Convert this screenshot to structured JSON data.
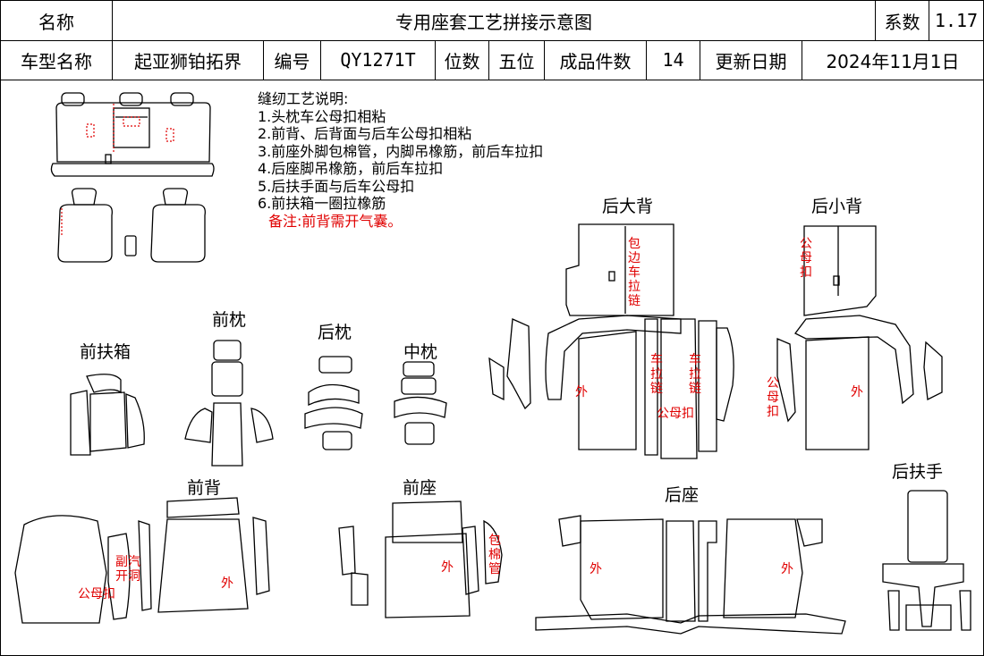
{
  "header": {
    "name_label": "名称",
    "title": "专用座套工艺拼接示意图",
    "coef_label": "系数",
    "coef_value": "1.17",
    "model_label": "车型名称",
    "model_value": "起亚狮铂拓界",
    "code_label": "编号",
    "code_value": "QY1271T",
    "seats_label": "位数",
    "seats_value": "五位",
    "pieces_label": "成品件数",
    "pieces_value": "14",
    "date_label": "更新日期",
    "date_value": "2024年11月1日"
  },
  "notes": {
    "heading": "缝纫工艺说明:",
    "items": [
      "1.头枕车公母扣相粘",
      "2.前背、后背面与后车公母扣相粘",
      "3.前座外脚包棉管，内脚吊橡筋，前后车拉扣",
      "4.后座脚吊橡筋，前后车拉扣",
      "5.后扶手面与后车公母扣",
      "6.前扶箱一圈拉橡筋"
    ],
    "remark": "备注:前背需开气囊。"
  },
  "section_labels": {
    "rear_big_back": "后大背",
    "rear_small_back": "后小背",
    "front_headrest": "前枕",
    "rear_headrest": "后枕",
    "middle_headrest": "中枕",
    "front_armbox": "前扶箱",
    "front_back": "前背",
    "front_seat": "前座",
    "rear_seat": "后座",
    "rear_armrest": "后扶手"
  },
  "annotations": {
    "bao_bian_che_la_lian": "包边车拉链",
    "gong_mu_kou": "公母扣",
    "wai": "外",
    "che_la_lian": "车拉链",
    "gong_mu_kou_h": "公母扣",
    "fu_qi_kai_dong": "副汽开洞",
    "bao_mian_guan": "包棉管"
  }
}
